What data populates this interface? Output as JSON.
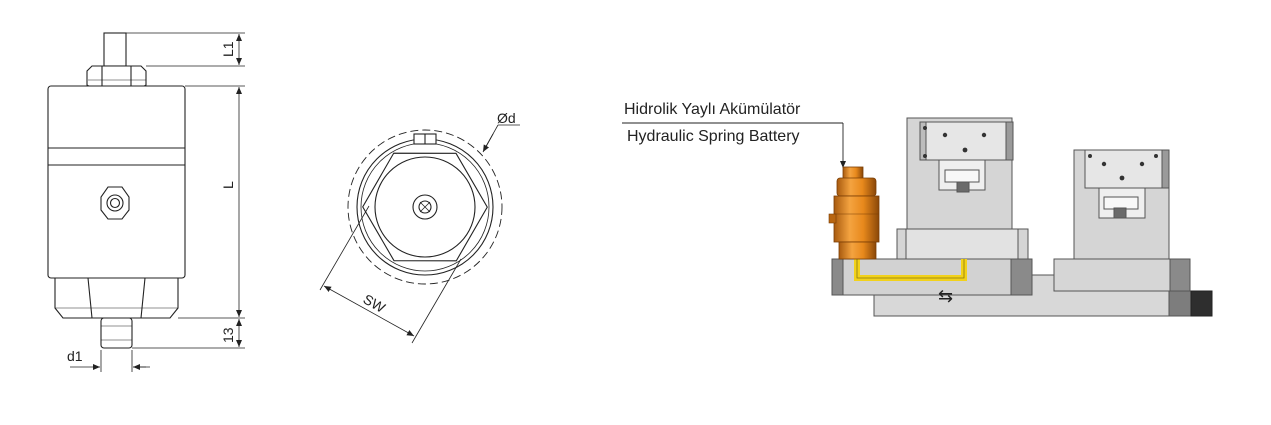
{
  "side_view": {
    "labels": {
      "L1": "L1",
      "L": "L",
      "thirteen": "13",
      "d1": "d1"
    }
  },
  "top_view": {
    "labels": {
      "diameter": "Ød",
      "sw": "SW"
    }
  },
  "assembly": {
    "callout_tr": "Hidrolik Yaylı Akümülatör",
    "callout_en": "Hydraulic Spring Battery",
    "flow_arrows": "⇆",
    "colors": {
      "accumulator": "#e8891c",
      "oil_line": "#f2d21b",
      "block": "#d6d6d6",
      "dark_block": "#333333"
    }
  }
}
